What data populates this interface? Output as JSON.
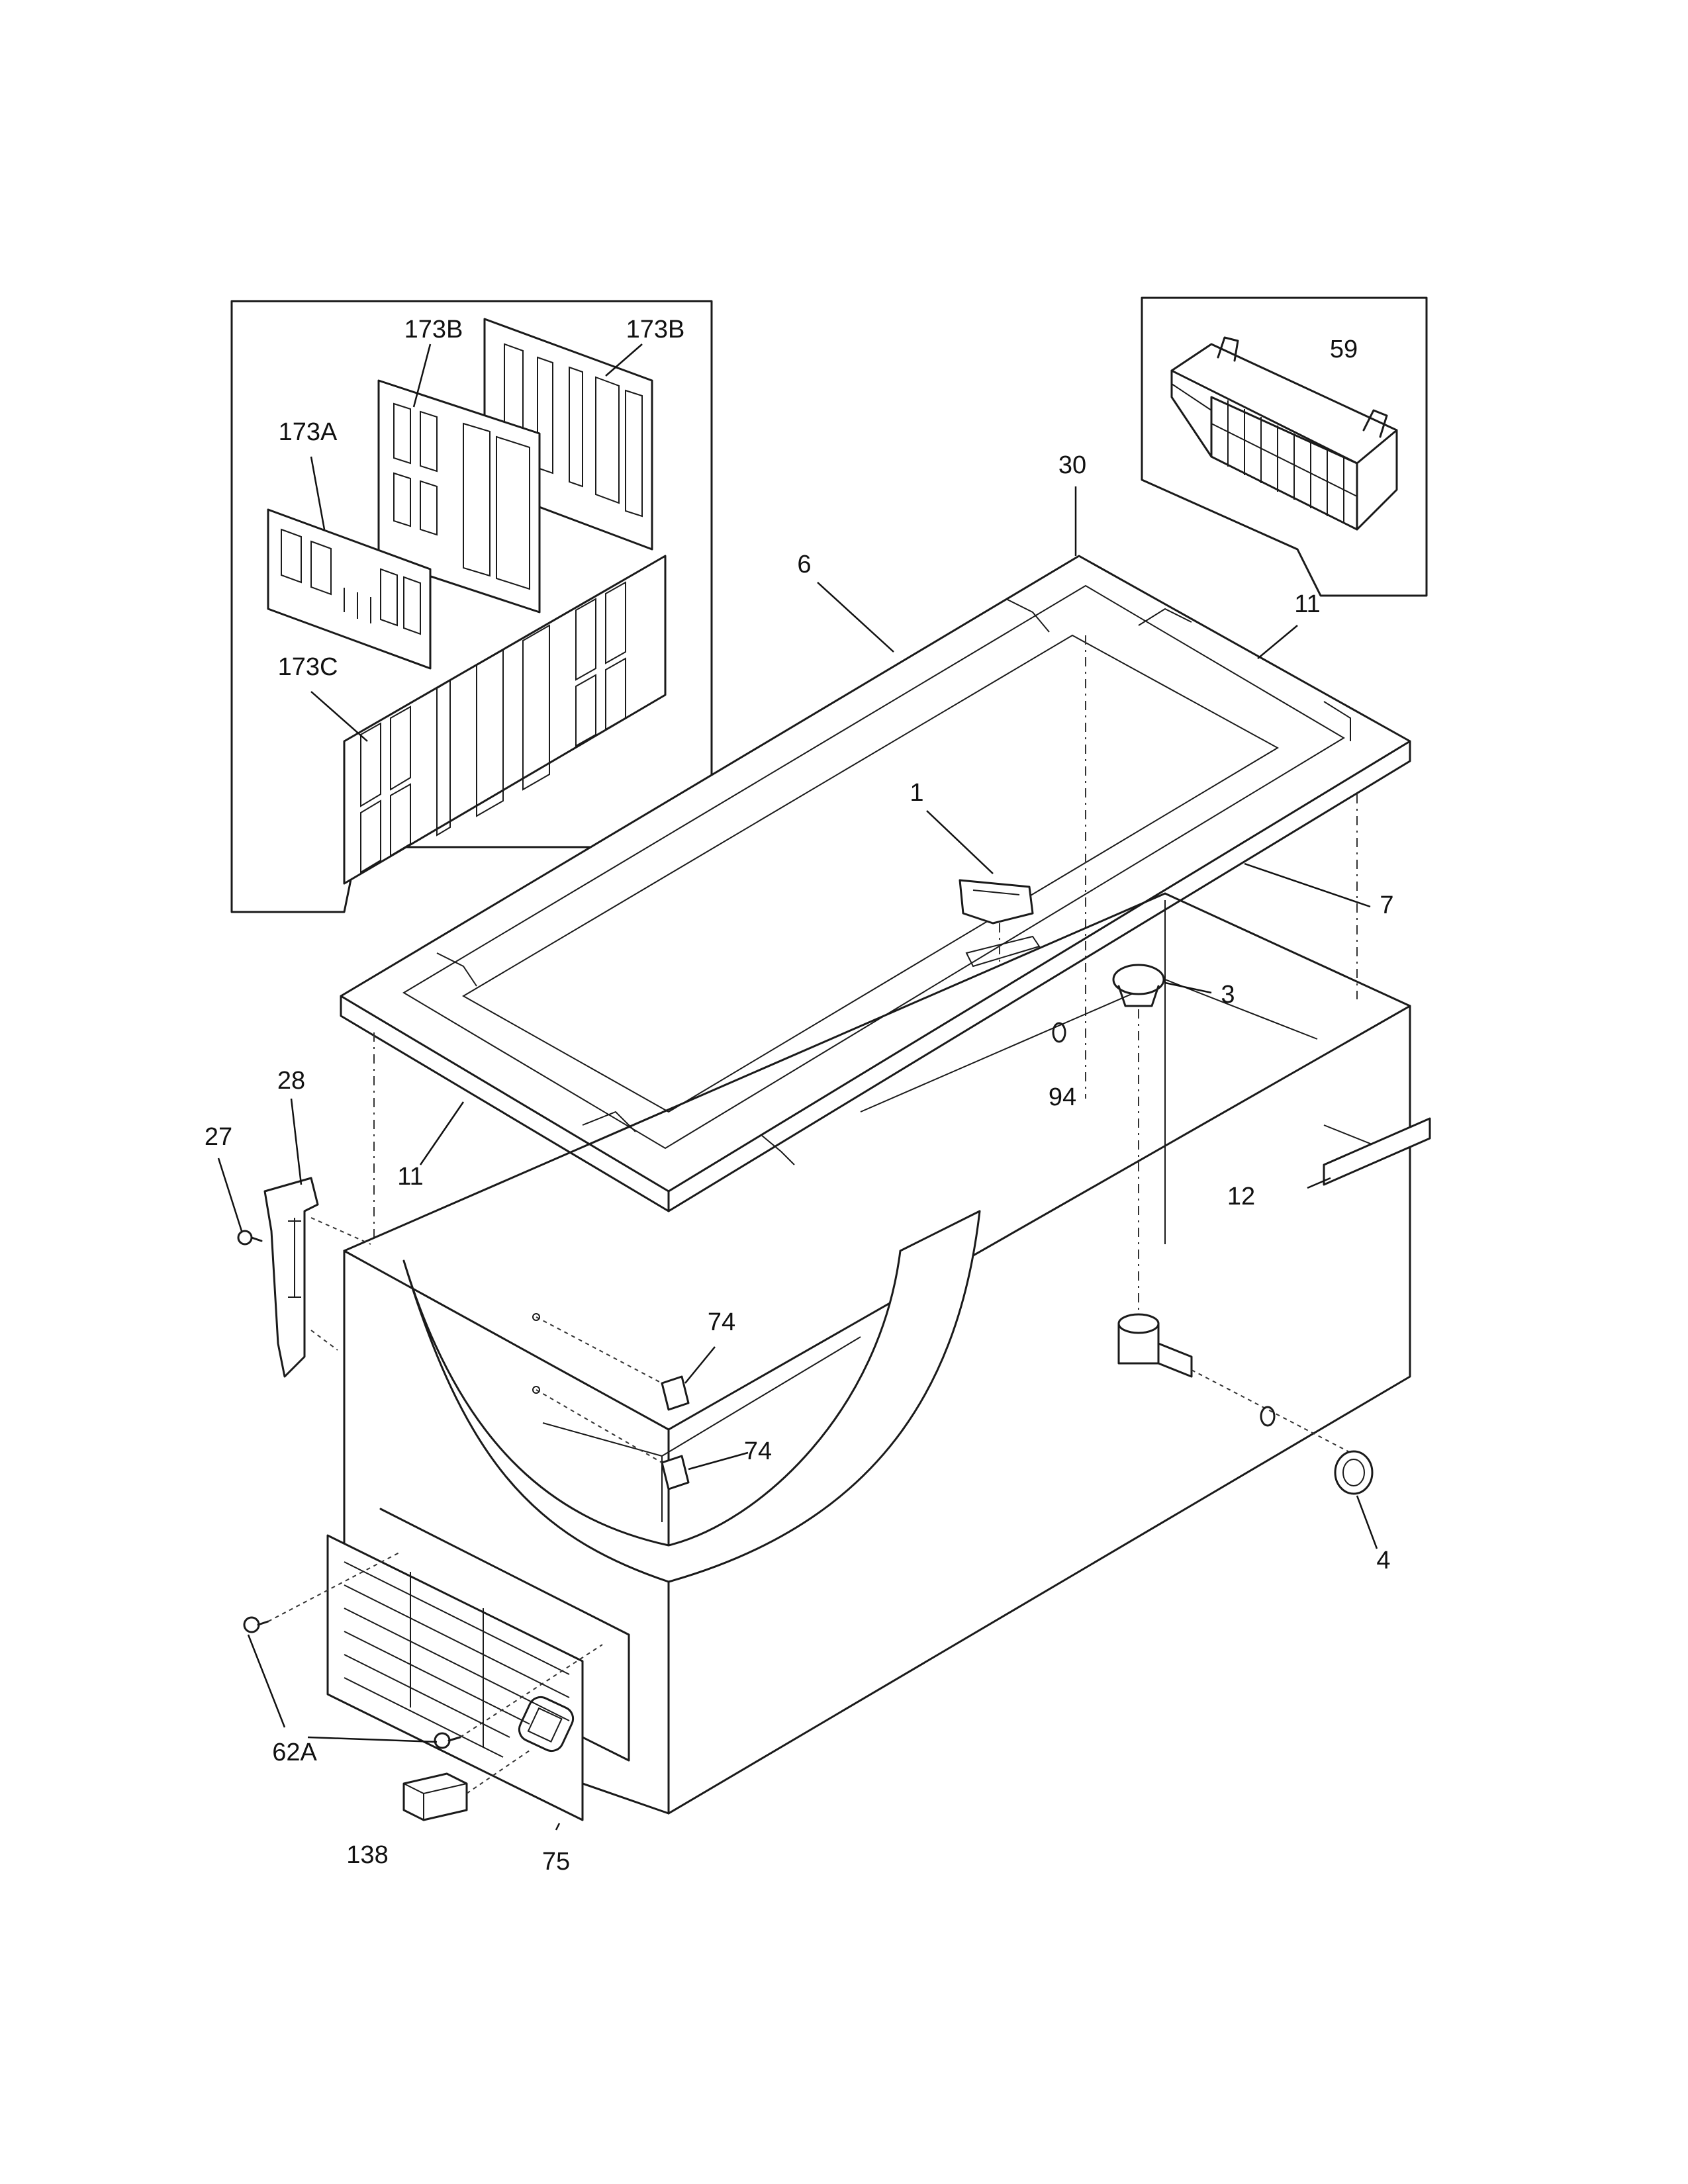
{
  "callouts": {
    "p173B_a": "173B",
    "p173B_b": "173B",
    "p173A": "173A",
    "p173C": "173C",
    "p59": "59",
    "p30": "30",
    "p6": "6",
    "p11_top": "11",
    "p1": "1",
    "p7": "7",
    "p3": "3",
    "p94": "94",
    "p28": "28",
    "p27": "27",
    "p11_bottom": "11",
    "p12": "12",
    "p74_a": "74",
    "p74_b": "74",
    "p4": "4",
    "p62A": "62A",
    "p138": "138",
    "p75": "75"
  }
}
